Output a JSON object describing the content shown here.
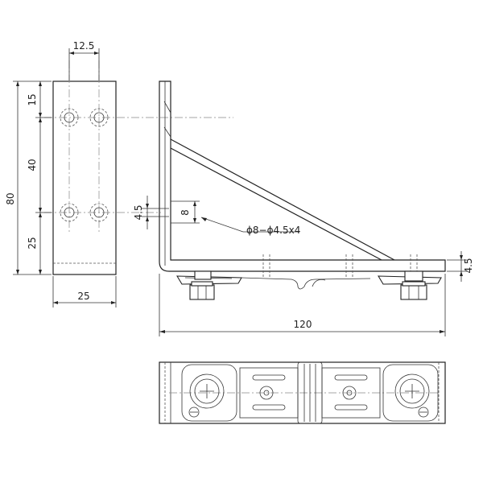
{
  "dimensions": {
    "hole_pitch_top": "12.5",
    "top_margin": "15",
    "hole_spacing": "40",
    "total_height": "80",
    "bottom_margin": "25",
    "width": "25",
    "slot_small": "4.5",
    "slot_height": "8",
    "hole_callout": "ϕ8−ϕ4.5x4",
    "plate_thickness": "4.5",
    "length": "120"
  }
}
